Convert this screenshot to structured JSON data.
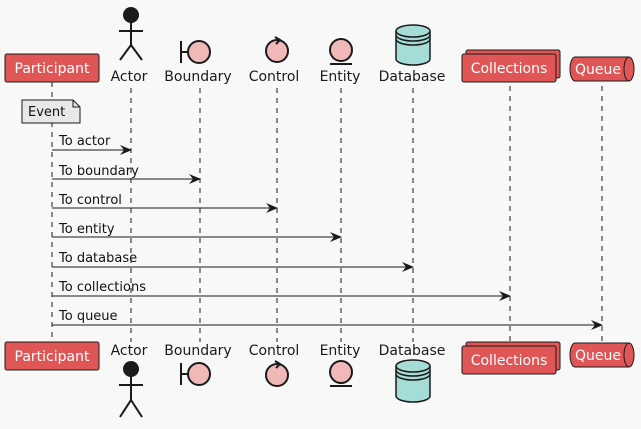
{
  "colors": {
    "background": "#f8f8f8",
    "participant_fill": "#e05555",
    "symbol_fill": "#f1b8b8",
    "database_fill": "#a6dcd8",
    "note_fill": "#e8e8e8",
    "line": "#1a1a1a"
  },
  "participants": [
    {
      "label": "Participant",
      "kind": "participant"
    },
    {
      "label": "Actor",
      "kind": "actor"
    },
    {
      "label": "Boundary",
      "kind": "boundary"
    },
    {
      "label": "Control",
      "kind": "control"
    },
    {
      "label": "Entity",
      "kind": "entity"
    },
    {
      "label": "Database",
      "kind": "database"
    },
    {
      "label": "Collections",
      "kind": "collections"
    },
    {
      "label": "Queue",
      "kind": "queue"
    }
  ],
  "note": {
    "text": "Event"
  },
  "messages": [
    {
      "label": "To actor",
      "from": 0,
      "to": 1
    },
    {
      "label": "To boundary",
      "from": 0,
      "to": 2
    },
    {
      "label": "To control",
      "from": 0,
      "to": 3
    },
    {
      "label": "To entity",
      "from": 0,
      "to": 4
    },
    {
      "label": "To database",
      "from": 0,
      "to": 5
    },
    {
      "label": "To collections",
      "from": 0,
      "to": 6
    },
    {
      "label": "To queue",
      "from": 0,
      "to": 7
    }
  ]
}
